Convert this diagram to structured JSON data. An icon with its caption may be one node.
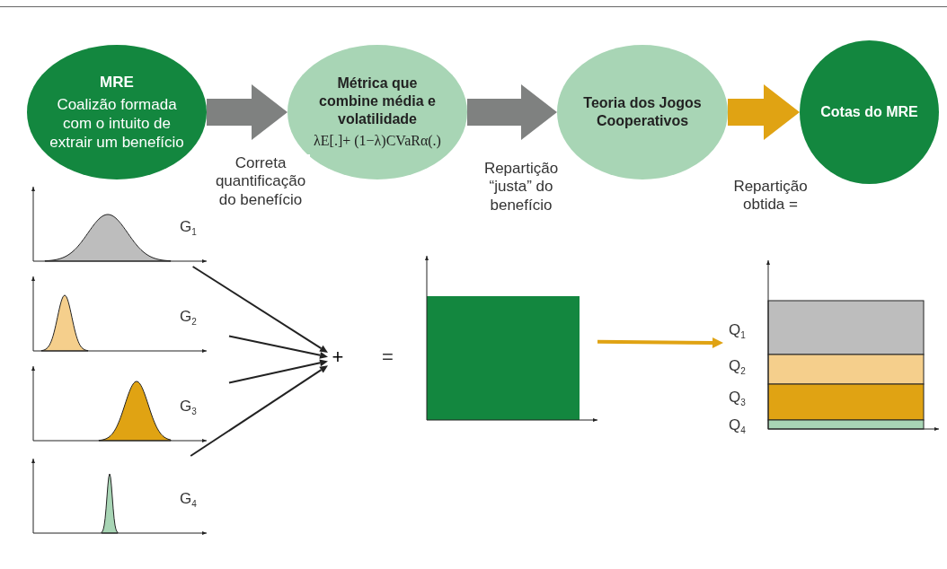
{
  "diagram": {
    "nodes": [
      {
        "text": [
          "MRE",
          "Coalizão formada com o intuito de extrair um benefício"
        ]
      },
      {
        "text": [
          "Métrica que combine média e volatilidade",
          "λE[.]+ (1−λ)CVaRα(.)"
        ]
      },
      {
        "text": [
          "Teoria dos Jogos Cooperativos"
        ]
      },
      {
        "text": [
          "Cotas do MRE"
        ]
      },
      {
        "text": [
          "G$_{1}$"
        ]
      },
      {
        "text": [
          "G$_{2}$"
        ]
      },
      {
        "text": [
          "G$_{3}$"
        ]
      },
      {
        "text": [
          "G$_{4}$"
        ]
      },
      {
        "text": [
          "+"
        ]
      },
      {
        "text": [],
        "shape": "bar"
      },
      {
        "text": [
          "Q$_{1}$",
          "Q$_{2}$",
          "Q$_{3}$",
          "Q$_{4}$"
        ]
      }
    ],
    "edges": [
      {
        "from": 0,
        "to": 1,
        "arrow": "to",
        "label": "Correta quantificação do benefício",
        "style": "thick",
        "color": "#7f8180"
      },
      {
        "from": 1,
        "to": 2,
        "arrow": "to",
        "label": "Repartição “justa” do benefício",
        "style": "thick",
        "color": "#7f8180"
      },
      {
        "from": 2,
        "to": 3,
        "arrow": "to",
        "label": "Repartição obtida =",
        "style": "thick",
        "color": "#e0a313"
      },
      {
        "from": 4,
        "to": 8,
        "arrow": "to"
      },
      {
        "from": 5,
        "to": 8,
        "arrow": "to"
      },
      {
        "from": 6,
        "to": 8,
        "arrow": "to"
      },
      {
        "from": 7,
        "to": 8,
        "arrow": "to"
      },
      {
        "from": 9,
        "to": 10,
        "arrow": "to",
        "style": "thick",
        "color": "#e0a313"
      }
    ],
    "labels": [
      "="
    ]
  }
}
